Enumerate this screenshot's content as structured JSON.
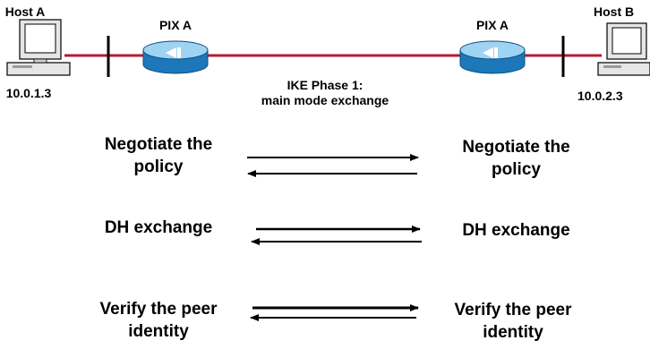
{
  "host_left": {
    "name": "Host A",
    "ip": "10.0.1.3"
  },
  "host_right": {
    "name": "Host B",
    "ip": "10.0.2.3"
  },
  "pix_left": {
    "name": "PIX A"
  },
  "pix_right": {
    "name": "PIX A"
  },
  "link_label": {
    "line1": "IKE Phase 1:",
    "line2": "main mode exchange"
  },
  "steps": [
    {
      "left": [
        "Negotiate the",
        "policy"
      ],
      "right": [
        "Negotiate the",
        "policy"
      ]
    },
    {
      "left": [
        "DH exchange"
      ],
      "right": [
        "DH exchange"
      ]
    },
    {
      "left": [
        "Verify the peer",
        "identity"
      ],
      "right": [
        "Verify the peer",
        "identity"
      ]
    }
  ],
  "colors": {
    "link_line": "#b31b34",
    "pix_body": "#2a90d0",
    "pix_top": "#9fd3f3",
    "host_fill": "#e6e6e6",
    "host_screen": "#ffffff",
    "arrow": "#000000"
  },
  "icons": {
    "host": "desktop-computer-icon",
    "pix": "pix-firewall-icon"
  }
}
